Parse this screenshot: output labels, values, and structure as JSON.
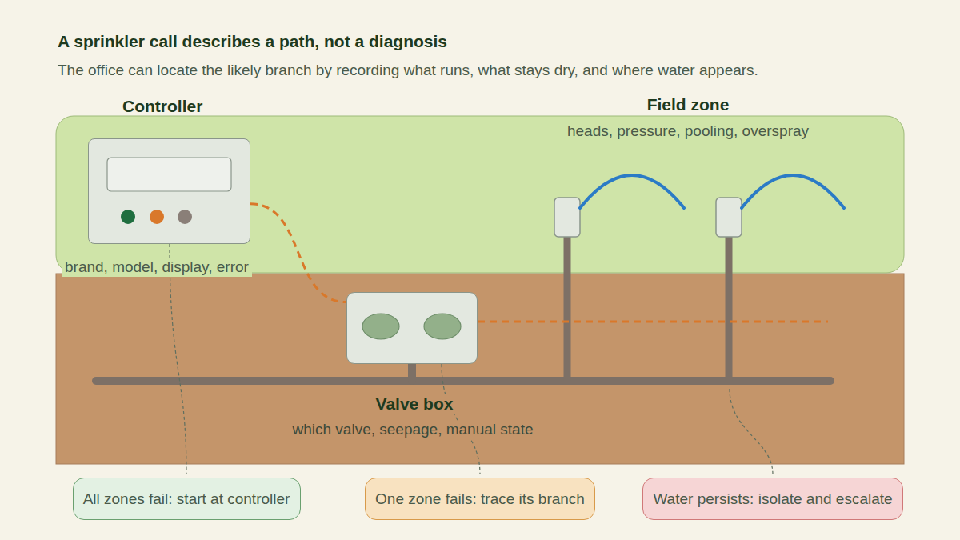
{
  "diagram": {
    "title": "A sprinkler call describes a path, not a diagnosis",
    "caption": "The office can locate the likely branch by recording what runs, what stays dry, and where water appears.",
    "nodes": [
      {
        "text": [
          "Field zone",
          "heads, pressure, pooling, overspray"
        ]
      },
      {
        "text": [
          "Controller",
          "brand, model, display, error"
        ],
        "in": 0
      },
      {
        "text": [
          "Valve box",
          "which valve, seepage, manual state"
        ]
      },
      {
        "text": [
          "All zones fail: start at controller"
        ]
      },
      {
        "text": [
          "One zone fails: trace its branch"
        ]
      },
      {
        "text": [
          "Water persists: isolate and escalate"
        ]
      }
    ],
    "edges": [
      {
        "from": 1,
        "to": 2,
        "arrow": "none"
      },
      {
        "from": 1,
        "to": 3,
        "arrow": "none"
      },
      {
        "from": 2,
        "to": 4,
        "arrow": "none"
      }
    ]
  }
}
